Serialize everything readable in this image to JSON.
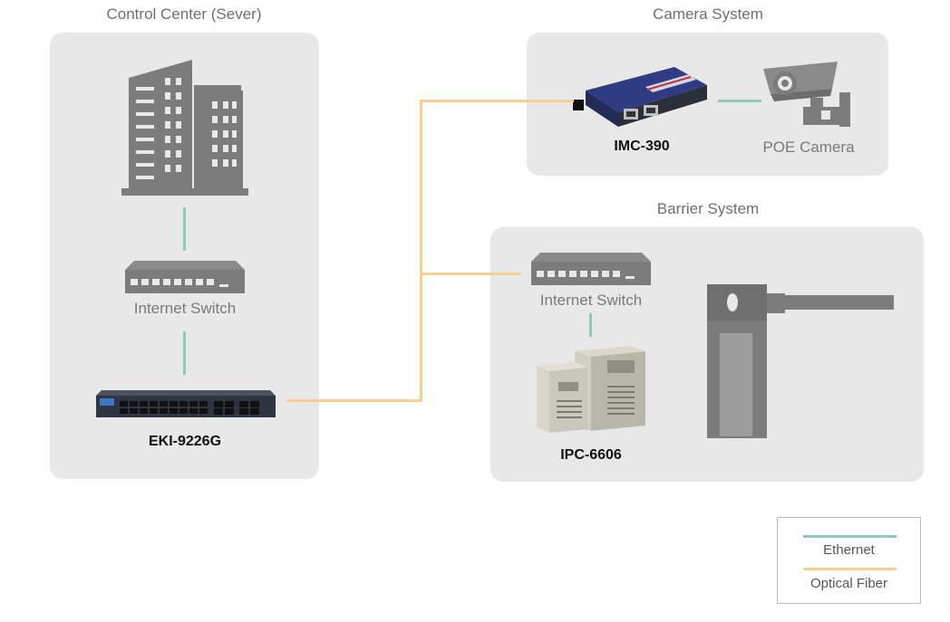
{
  "colors": {
    "panel": "#e8e8e8",
    "icon": "#7c7c7c",
    "ethernet": "#8ccbb5",
    "fiber": "#f7d08c"
  },
  "control_center": {
    "title": "Control Center (Sever)",
    "switch_label": "Internet Switch",
    "eki_label": "EKI-9226G"
  },
  "camera_system": {
    "title": "Camera System",
    "imc_label": "IMC-390",
    "camera_label": "POE Camera"
  },
  "barrier_system": {
    "title": "Barrier System",
    "switch_label": "Internet Switch",
    "ipc_label": "IPC-6606"
  },
  "legend": {
    "ethernet": "Ethernet",
    "fiber": "Optical Fiber"
  },
  "icons": [
    "building-icon",
    "switch-icon",
    "eki-switch-icon",
    "media-converter-icon",
    "camera-icon",
    "ipc-icon",
    "barrier-gate-icon"
  ]
}
